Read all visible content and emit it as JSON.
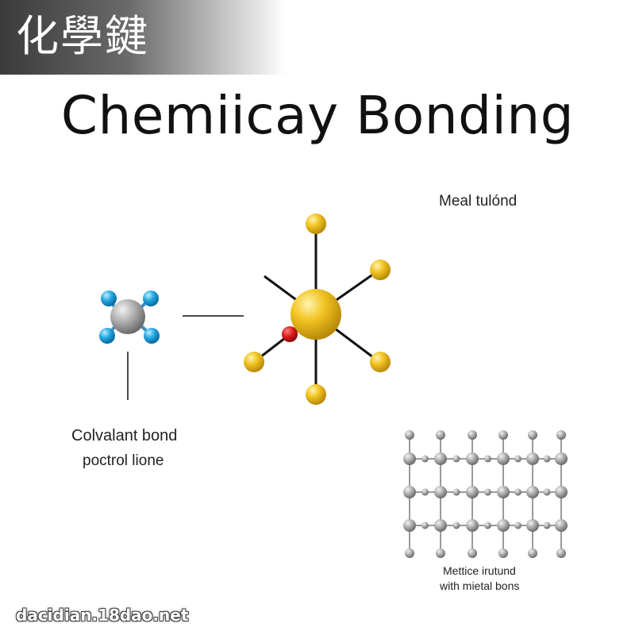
{
  "banner": {
    "text": "化學鍵"
  },
  "title": "Chemiicay Bonding",
  "labels": {
    "metal_top": "Meal tulónd",
    "covalent_1": "Colvalant bond",
    "covalent_2": "poctrol lione",
    "lattice_1": "Mettice irutund",
    "lattice_2": "with mietal bons"
  },
  "footer": {
    "watermark": "dacidian.18dao.net"
  },
  "colors": {
    "gold": "#e8b81c",
    "red": "#d01a1a",
    "blue": "#1e9fd8",
    "gray": "#a0a0a0",
    "line": "#111111"
  }
}
